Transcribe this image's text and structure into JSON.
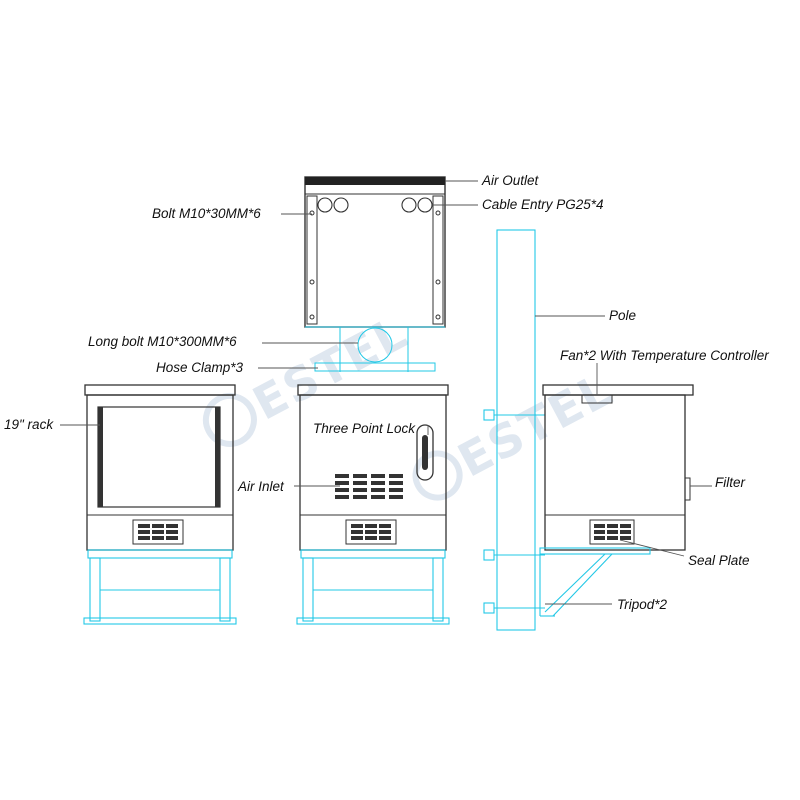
{
  "colors": {
    "outline": "#333333",
    "cyan": "#22c8e6",
    "leader": "#555555",
    "text": "#111111",
    "watermark": "#dfe7f0"
  },
  "watermark": {
    "brand": "ESTEL"
  },
  "labels": {
    "air_outlet": "Air Outlet",
    "bolt": "Bolt M10*30MM*6",
    "cable_entry": "Cable Entry PG25*4",
    "long_bolt": "Long bolt M10*300MM*6",
    "hose_clamp": "Hose Clamp*3",
    "pole": "Pole",
    "fan": "Fan*2 With Temperature Controller",
    "rack": "19\" rack",
    "three_point_lock": "Three Point Lock",
    "air_inlet": "Air Inlet",
    "filter": "Filter",
    "seal_plate": "Seal Plate",
    "tripod": "Tripod*2"
  },
  "views": {
    "top": "top-view",
    "front_open": "front-view-open",
    "front_closed": "front-view-closed",
    "side": "side-view-pole-mounted"
  }
}
